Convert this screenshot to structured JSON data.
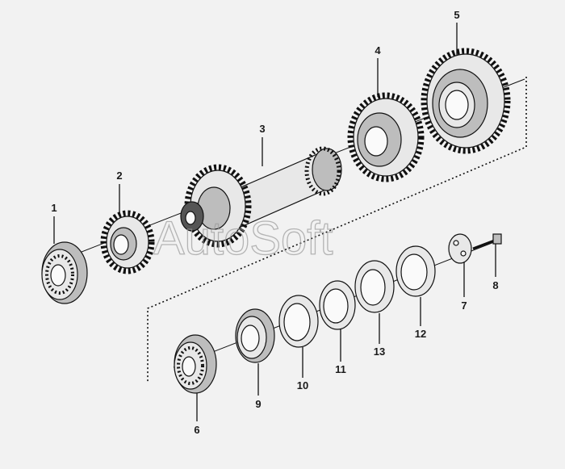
{
  "watermark": "AutoSoft",
  "callouts": {
    "c1": "1",
    "c2": "2",
    "c3": "3",
    "c4": "4",
    "c5": "5",
    "c6": "6",
    "c7": "7",
    "c8": "8",
    "c9": "9",
    "c10": "10",
    "c11": "11",
    "c12": "12",
    "c13": "13"
  },
  "colors": {
    "background": "#f2f2f2",
    "line": "#111111",
    "metal": "#bdbdbd"
  }
}
